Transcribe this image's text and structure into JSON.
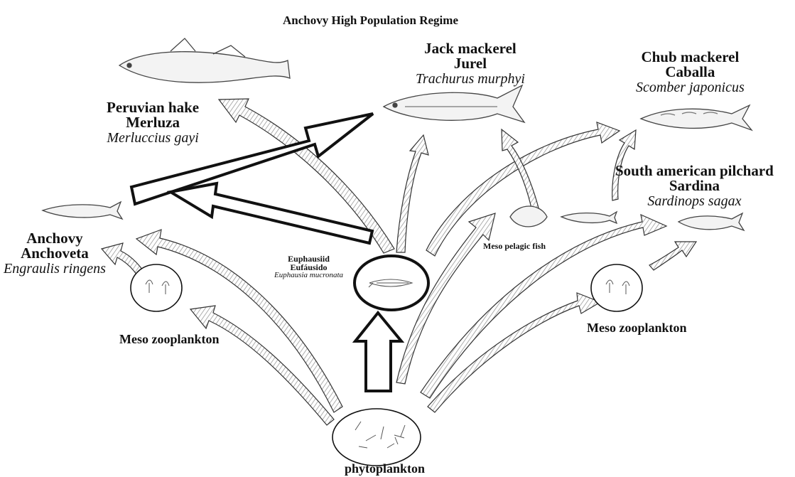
{
  "title": "Anchovy High Population Regime",
  "species": {
    "hake": {
      "common": "Peruvian hake",
      "local": "Merluza",
      "scientific": "Merluccius gayi"
    },
    "jack": {
      "common": "Jack mackerel",
      "local": "Jurel",
      "scientific": "Trachurus murphyi"
    },
    "chub": {
      "common": "Chub mackerel",
      "local": "Caballa",
      "scientific": "Scomber japonicus"
    },
    "pilchard": {
      "common": "South american pilchard",
      "local": "Sardina",
      "scientific": "Sardinops sagax"
    },
    "anchovy": {
      "common": "Anchovy",
      "local": "Anchoveta",
      "scientific": "Engraulis ringens"
    },
    "euphausiid": {
      "common": "Euphausiid",
      "local": "Eufáusido",
      "scientific": "Euphausia mucronata"
    },
    "mesopelagic": {
      "common": "Meso pelagic fish"
    },
    "zoo_left": {
      "common": "Meso zooplankton"
    },
    "zoo_right": {
      "common": "Meso zooplankton"
    },
    "phyto": {
      "common": "phytoplankton"
    }
  }
}
